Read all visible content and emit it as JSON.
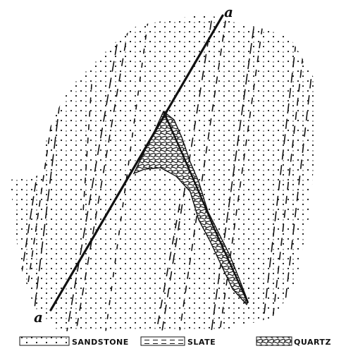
{
  "figure": {
    "fault_label_top": "a",
    "fault_label_bottom": "a"
  },
  "legend": {
    "items": [
      {
        "key": "sandstone",
        "label": "SANDSTONE"
      },
      {
        "key": "slate",
        "label": "SLATE"
      },
      {
        "key": "quartz",
        "label": "QUARTZ"
      }
    ]
  },
  "colors": {
    "ink": "#111111",
    "paper": "#ffffff"
  }
}
